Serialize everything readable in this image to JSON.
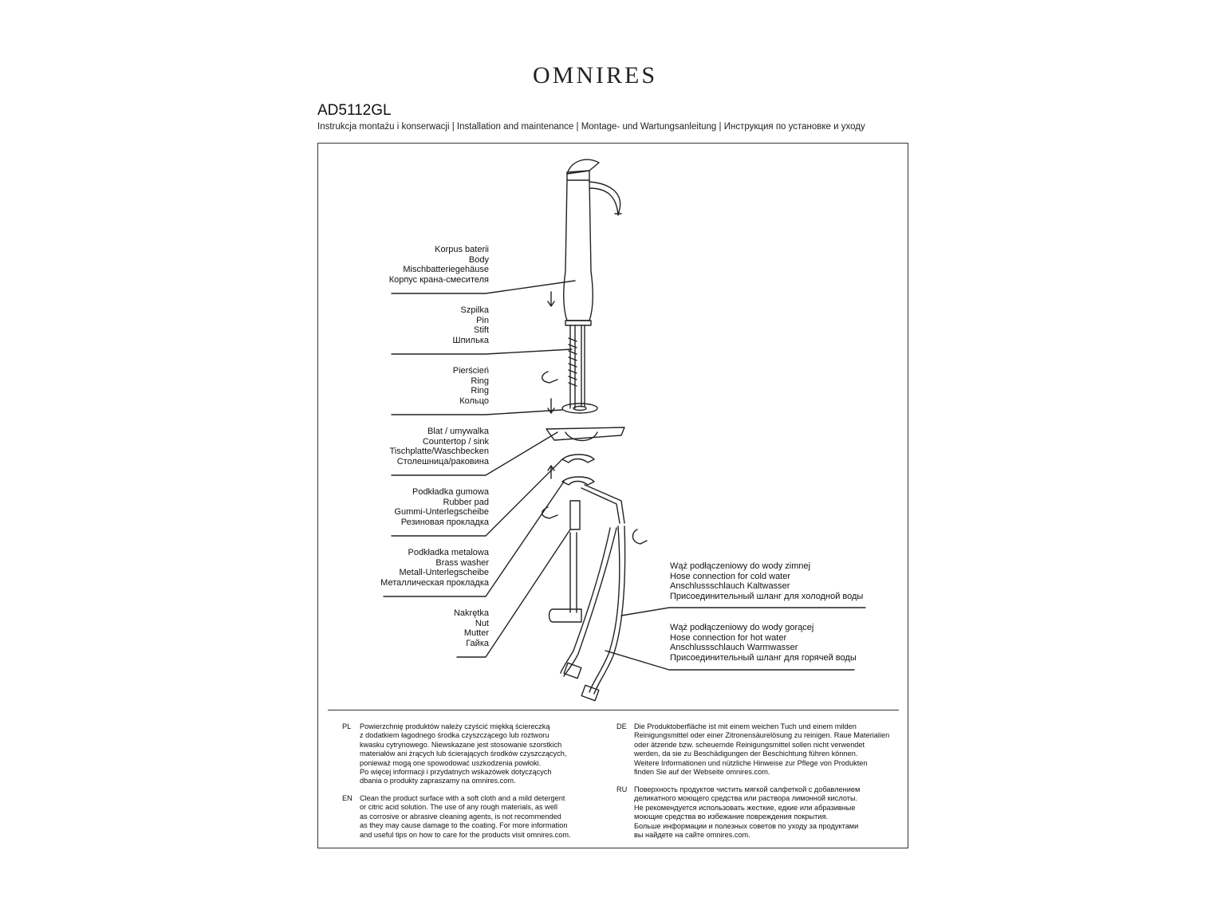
{
  "header": {
    "brand": "OMNIRES",
    "model": "AD5112GL",
    "subtitle": "Instrukcja montażu i konserwacji | Installation and maintenance | Montage- und Wartungsanleitung | Инструкция по установке и уходу"
  },
  "parts": {
    "body": [
      "Korpus baterii",
      "Body",
      "Mischbatteriegehäuse",
      "Корпус крана-смесителя"
    ],
    "pin": [
      "Szpilka",
      "Pin",
      "Stift",
      "Шпилька"
    ],
    "ring": [
      "Pierścień",
      "Ring",
      "Ring",
      "Кольцо"
    ],
    "countertop": [
      "Blat / umywalka",
      "Countertop / sink",
      "Tischplatte/Waschbecken",
      "Столешница/раковина"
    ],
    "rubber_pad": [
      "Podkładka gumowa",
      "Rubber pad",
      "Gummi-Unterlegscheibe",
      "Резиновая прокладка"
    ],
    "brass_washer": [
      "Podkładka metalowa",
      "Brass washer",
      "Metall-Unterlegscheibe",
      "Металлическая прокладка"
    ],
    "nut": [
      "Nakrętka",
      "Nut",
      "Mutter",
      "Гайка"
    ],
    "cold_hose": [
      "Wąż podłączeniowy do wody zimnej",
      "Hose connection for cold water",
      "Anschlussschlauch Kaltwasser",
      "Присоединительный шланг для холодной воды"
    ],
    "hot_hose": [
      "Wąż podłączeniowy do wody gorącej",
      "Hose connection for hot water",
      "Anschlussschlauch Warmwasser",
      "Присоединительный шланг для горячей воды"
    ]
  },
  "care": {
    "pl": {
      "code": "PL",
      "lines": [
        "Powierzchnię produktów należy czyścić miękką ściereczką",
        "z dodatkiem łagodnego środka czyszczącego lub roztworu",
        "kwasku cytrynowego. Niewskazane jest stosowanie szorstkich",
        "materiałów ani żrących lub ścierających środków czyszczących,",
        "ponieważ mogą one spowodować uszkodzenia powłoki.",
        "Po więcej informacji i przydatnych wskazówek dotyczących",
        "dbania o produkty zapraszamy na omnires.com."
      ]
    },
    "en": {
      "code": "EN",
      "lines": [
        "Clean the product surface with a soft cloth and a mild detergent",
        "or citric acid solution. The use of any rough materials, as well",
        "as corrosive or abrasive cleaning agents, is not recommended",
        "as they may cause damage to the coating. For more information",
        "and useful tips on how to care for the products visit omnires.com."
      ]
    },
    "de": {
      "code": "DE",
      "lines": [
        "Die Produktoberfläche ist mit einem weichen Tuch und einem milden",
        "Reinigungsmittel oder einer Zitronensäurelösung zu reinigen. Raue Materialien",
        "oder ätzende bzw. scheuernde Reinigungsmittel sollen nicht verwendet",
        "werden, da sie zu Beschädigungen der Beschichtung führen können.",
        "Weitere Informationen und nützliche Hinweise zur Pflege von Produkten",
        "finden Sie auf der Webseite omnires.com."
      ]
    },
    "ru": {
      "code": "RU",
      "lines": [
        "Поверхность продуктов чистить мягкой салфеткой с добавлением",
        "деликатного моющего средства или раствора лимонной кислоты.",
        "Не рекомендуется использовать жесткие, едкие или абразивные",
        "моющие средства во избежание повреждения покрытия.",
        "Больше информации и полезных советов по уходу за продуктами",
        "вы найдете на сайте omnires.com."
      ]
    }
  }
}
